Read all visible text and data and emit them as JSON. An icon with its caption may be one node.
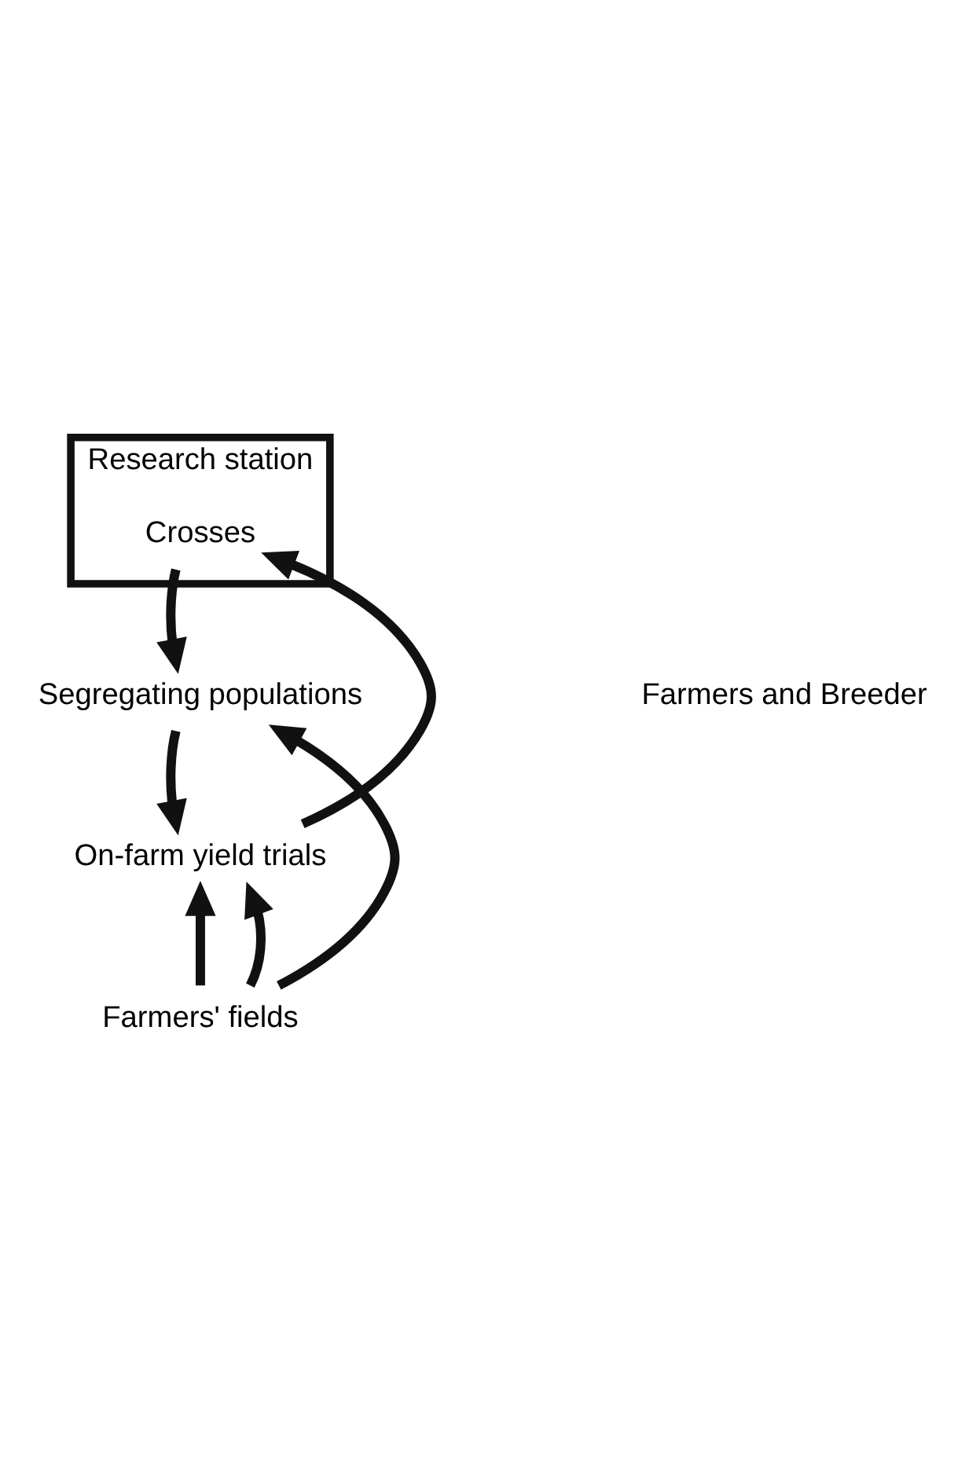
{
  "diagram": {
    "nodes": [
      {
        "text": [
          "Research station"
        ]
      },
      {
        "text": [
          "Crosses"
        ],
        "in": 0
      },
      {
        "text": [
          "Segregating populations"
        ]
      },
      {
        "text": [
          "On-farm yield trials"
        ]
      },
      {
        "text": [
          "Farmers' fields"
        ]
      }
    ],
    "edges": [
      {
        "from": 1,
        "to": 2,
        "arrow": "to"
      },
      {
        "from": 2,
        "to": 3,
        "arrow": "to"
      },
      {
        "from": 3,
        "to": 1,
        "arrow": "to"
      },
      {
        "from": 4,
        "to": 2,
        "arrow": "to"
      },
      {
        "from": 4,
        "to": 3,
        "arrow": "to"
      },
      {
        "from": 4,
        "to": 3,
        "arrow": "to"
      }
    ],
    "labels": [
      "Farmers and Breeder"
    ]
  }
}
